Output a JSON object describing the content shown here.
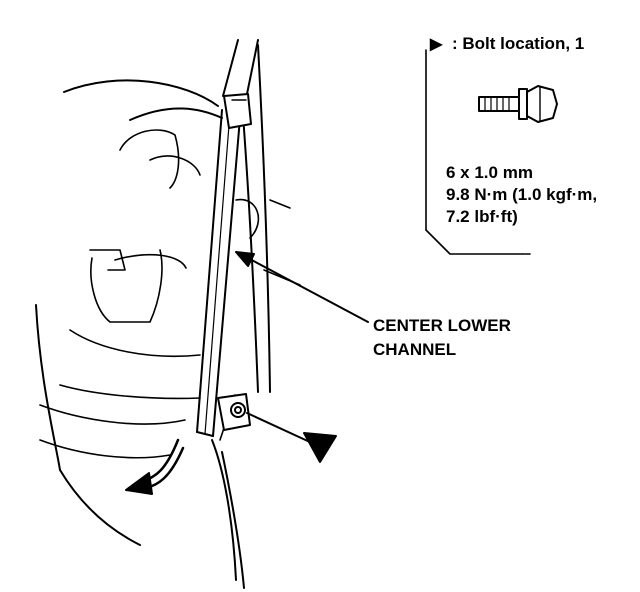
{
  "legend": {
    "marker": "▶",
    "text": ": Bolt location, 1"
  },
  "bolt_spec": {
    "size": "6 x 1.0 mm",
    "torque_nm": "9.8 N·m (1.0 kgf·m,",
    "torque_lbf": "7.2 lbf·ft)"
  },
  "part_label": {
    "line1": "CENTER LOWER",
    "line2": "CHANNEL"
  },
  "colors": {
    "ink": "#000000",
    "paper": "#ffffff"
  }
}
